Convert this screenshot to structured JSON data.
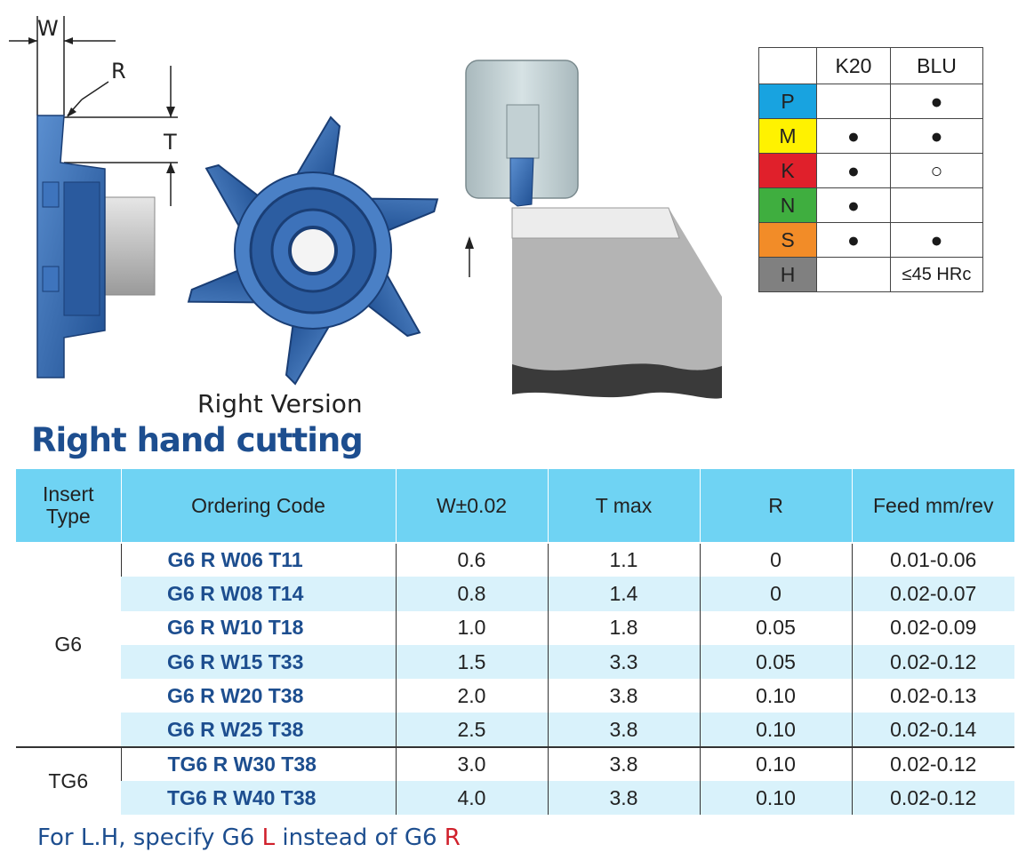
{
  "illustration": {
    "dim_w": "W",
    "dim_r": "R",
    "dim_t": "T",
    "caption": "Right Version"
  },
  "grade_table": {
    "headers": [
      "",
      "K20",
      "BLU"
    ],
    "rows": [
      {
        "material": "P",
        "color": "#18a3e0",
        "k20": "",
        "blu": "●"
      },
      {
        "material": "M",
        "color": "#fff200",
        "k20": "●",
        "blu": "●"
      },
      {
        "material": "K",
        "color": "#e0202b",
        "k20": "●",
        "blu": "○"
      },
      {
        "material": "N",
        "color": "#3fae3f",
        "k20": "●",
        "blu": ""
      },
      {
        "material": "S",
        "color": "#f28c28",
        "k20": "●",
        "blu": "●"
      },
      {
        "material": "H",
        "color": "#808080",
        "k20": "",
        "blu": "≤45 HRc"
      }
    ]
  },
  "section_title": "Right hand cutting",
  "main_table": {
    "headers": {
      "insert_type": "Insert Type",
      "ordering_code": "Ordering Code",
      "w": "W±0.02",
      "t": "T max",
      "r": "R",
      "feed": "Feed mm/rev"
    },
    "groups": [
      {
        "type": "G6",
        "rows": [
          {
            "code": "G6 R W06 T11",
            "w": "0.6",
            "t": "1.1",
            "r": "0",
            "feed": "0.01-0.06"
          },
          {
            "code": "G6 R W08 T14",
            "w": "0.8",
            "t": "1.4",
            "r": "0",
            "feed": "0.02-0.07"
          },
          {
            "code": "G6 R W10 T18",
            "w": "1.0",
            "t": "1.8",
            "r": "0.05",
            "feed": "0.02-0.09"
          },
          {
            "code": "G6 R W15 T33",
            "w": "1.5",
            "t": "3.3",
            "r": "0.05",
            "feed": "0.02-0.12"
          },
          {
            "code": "G6 R W20 T38",
            "w": "2.0",
            "t": "3.8",
            "r": "0.10",
            "feed": "0.02-0.13"
          },
          {
            "code": "G6 R W25 T38",
            "w": "2.5",
            "t": "3.8",
            "r": "0.10",
            "feed": "0.02-0.14"
          }
        ]
      },
      {
        "type": "TG6",
        "rows": [
          {
            "code": "TG6 R W30 T38",
            "w": "3.0",
            "t": "3.8",
            "r": "0.10",
            "feed": "0.02-0.12"
          },
          {
            "code": "TG6 R W40 T38",
            "w": "4.0",
            "t": "3.8",
            "r": "0.10",
            "feed": "0.02-0.12"
          }
        ]
      }
    ]
  },
  "note": {
    "part1": "For L.H, specify G6 ",
    "l": "L",
    "part2": " instead of G6 ",
    "r": "R"
  },
  "colors": {
    "insert_blue": "#2f63a8",
    "header_cyan": "#6fd3f3",
    "row_alt": "#d9f2fb",
    "title_blue": "#1d4e8f",
    "note_red": "#d0202b"
  }
}
